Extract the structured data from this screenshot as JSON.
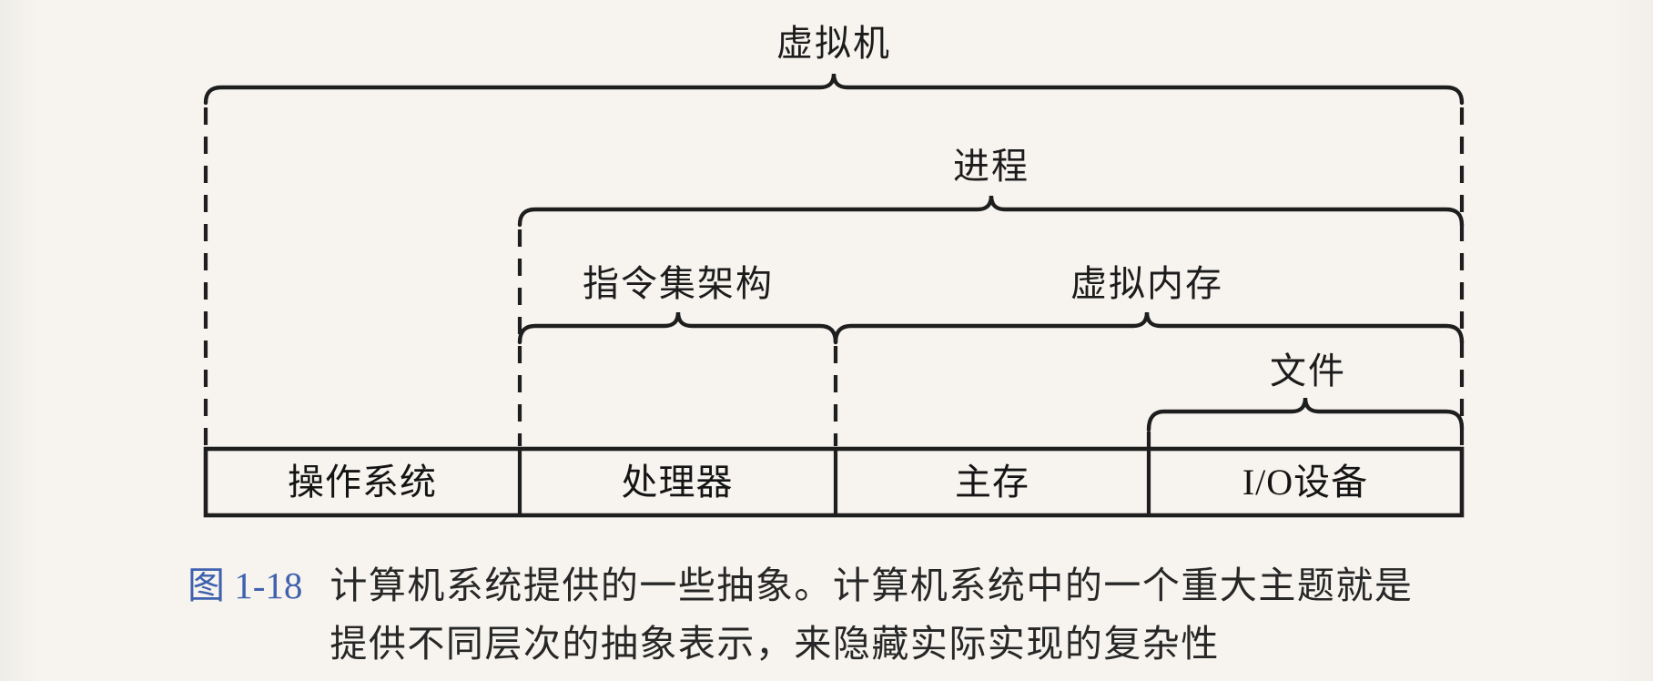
{
  "figure": {
    "abstractions": [
      {
        "id": "virtual-machine",
        "label": "虚拟机"
      },
      {
        "id": "process",
        "label": "进程"
      },
      {
        "id": "isa",
        "label": "指令集架构"
      },
      {
        "id": "virtual-memory",
        "label": "虚拟内存"
      },
      {
        "id": "files",
        "label": "文件"
      }
    ],
    "hardware": [
      {
        "id": "operating-system",
        "label": "操作系统"
      },
      {
        "id": "processor",
        "label": "处理器"
      },
      {
        "id": "main-memory",
        "label": "主存"
      },
      {
        "id": "io-devices",
        "label": "I/O设备"
      }
    ]
  },
  "caption": {
    "figure_number": "图 1-18",
    "line1": "计算机系统提供的一些抽象。计算机系统中的一个重大主题就是",
    "line2": "提供不同层次的抽象表示，来隐藏实际实现的复杂性"
  },
  "colors": {
    "background": "#f7f4ef",
    "line": "#1e1e1e",
    "figure_number_blue": "#3f61ae",
    "caption_text": "#272727"
  }
}
